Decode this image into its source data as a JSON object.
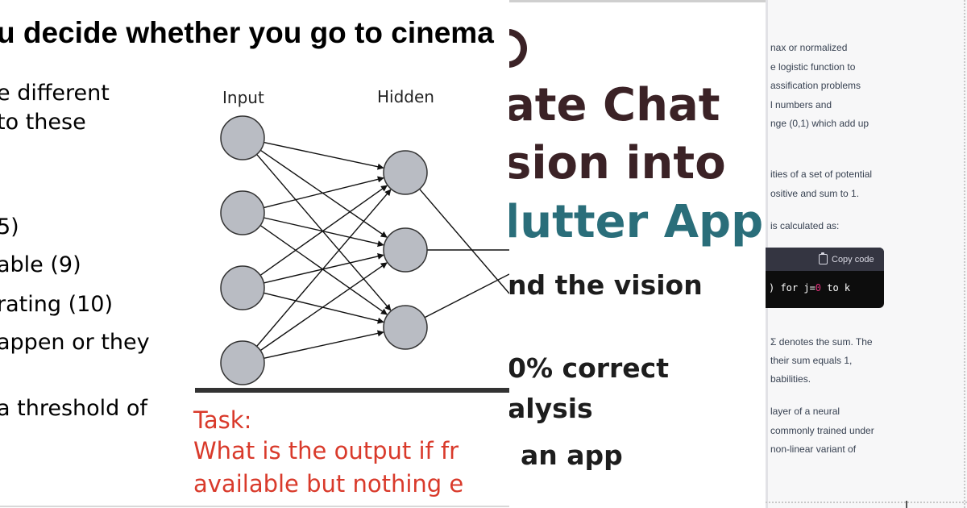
{
  "slide": {
    "title": "u decide whether you go to cinema",
    "body_lines": [
      "e different",
      " to these",
      "5)",
      "able (9)",
      "rating (10)",
      "appen or they",
      "a threshold of"
    ],
    "diagram": {
      "input_label": "Input",
      "hidden_label": "Hidden",
      "input_nodes": 4,
      "hidden_nodes": 3,
      "node_fill": "#b9bcc3"
    },
    "task_lines": [
      "Task:",
      "What is the output if fr",
      "available but nothing e"
    ],
    "task_color": "#d93a2b"
  },
  "thumbnail": {
    "lines": [
      "ate Chat",
      "sion into",
      "lutter App",
      "nd the vision",
      "0% correct",
      "alysis",
      "an app"
    ],
    "colors": {
      "dark": "#3b2226",
      "teal": "#2a6e7a",
      "black": "#1d1d1d"
    }
  },
  "chat": {
    "lines_a": [
      "nax or normalized",
      "e logistic function to",
      "assification problems",
      "l numbers and",
      "nge (0,1) which add up"
    ],
    "lines_b": [
      "ities of a set of potential",
      "ositive and sum to 1."
    ],
    "line_c": "is calculated as:",
    "code": {
      "copy_label": "Copy code",
      "line_pre": ") for j=",
      "line_num": "0",
      "line_post": " to k"
    },
    "lines_d": [
      "Σ denotes the sum. The",
      "their sum equals 1,",
      "babilities."
    ],
    "lines_e": [
      "layer of a neural",
      "commonly trained under",
      "non-linear variant of"
    ]
  }
}
